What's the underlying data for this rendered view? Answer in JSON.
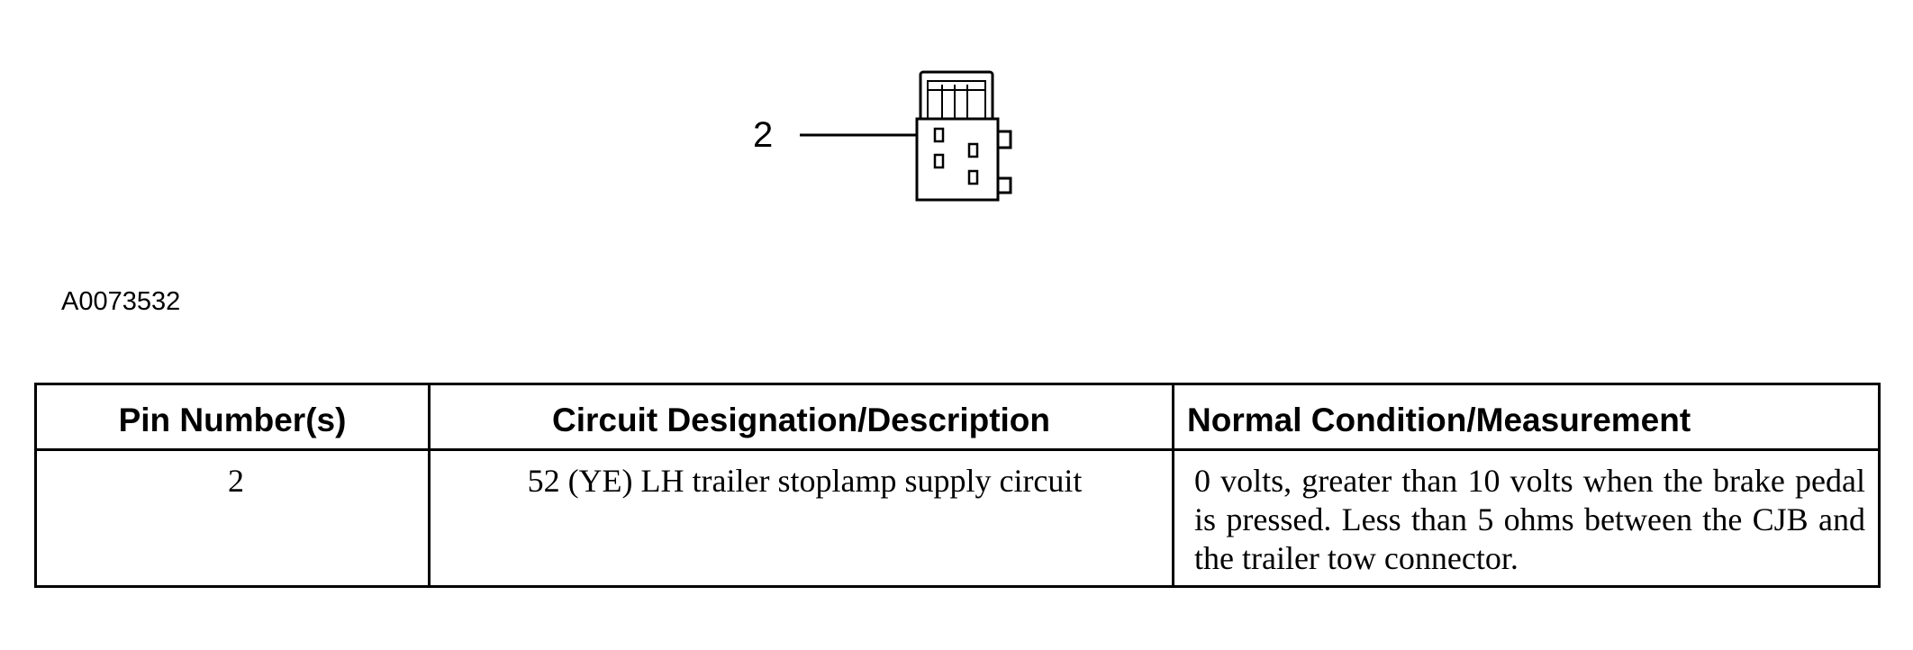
{
  "figure": {
    "callout_number": "2",
    "figure_id": "A0073532",
    "icon": "connector-face-icon"
  },
  "table": {
    "headers": [
      "Pin Number(s)",
      "Circuit Designation/Description",
      "Normal Condition/Measurement"
    ],
    "rows": [
      [
        "2",
        "52 (YE) LH trailer stoplamp supply circuit",
        "0 volts, greater than 10 volts when the brake pedal is pressed. Less than 5 ohms between the CJB and the trailer tow connector."
      ]
    ]
  }
}
